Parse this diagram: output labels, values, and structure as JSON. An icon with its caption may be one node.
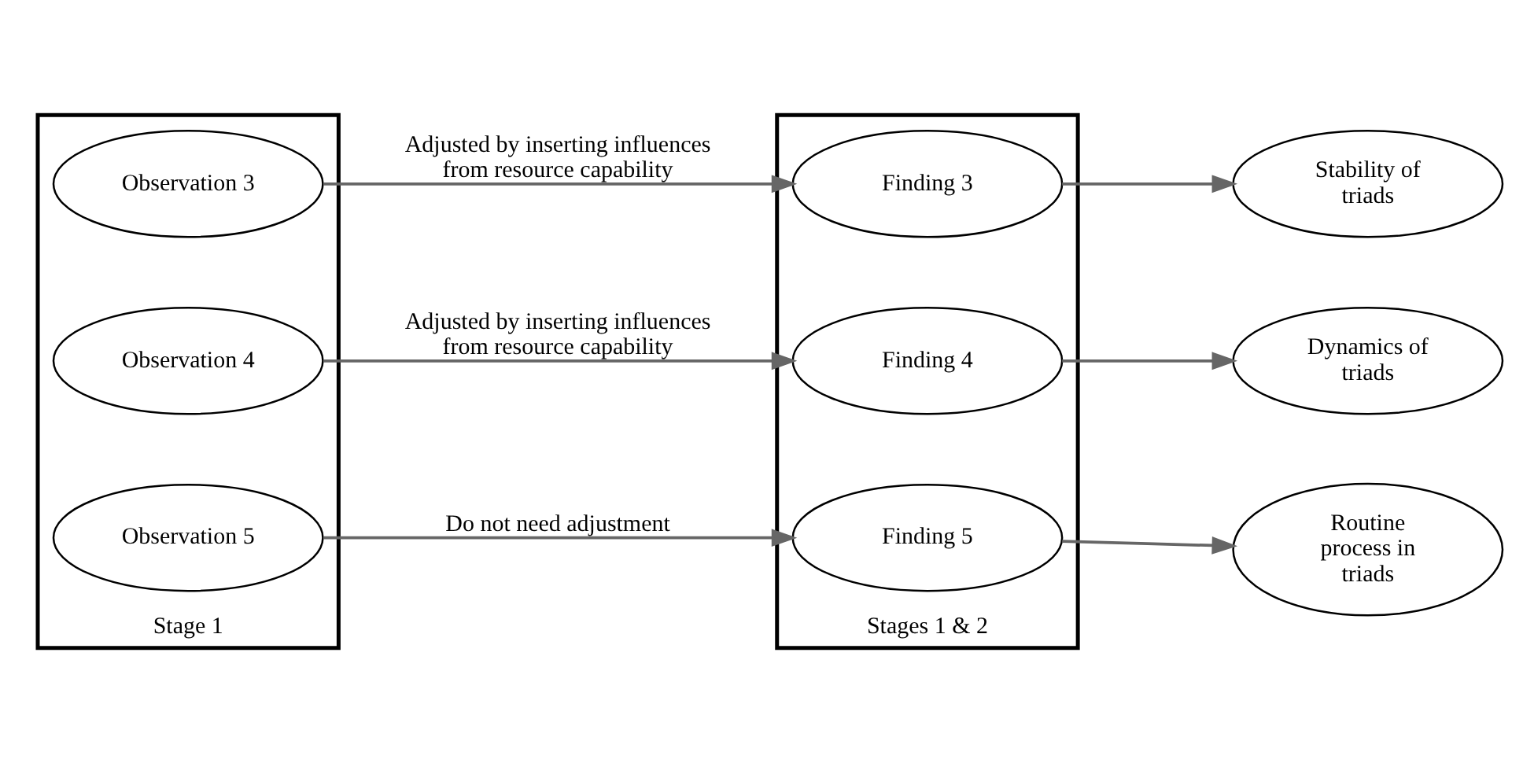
{
  "diagram": {
    "nodes": [
      {
        "text": [
          "Stage 1"
        ]
      },
      {
        "text": [
          "Observation 3"
        ],
        "in": 0
      },
      {
        "text": [
          "Observation 4"
        ],
        "in": 0
      },
      {
        "text": [
          "Observation 5"
        ],
        "in": 0
      },
      {
        "text": [
          "Stages 1 & 2"
        ]
      },
      {
        "text": [
          "Finding 3"
        ],
        "in": 4
      },
      {
        "text": [
          "Finding 4"
        ],
        "in": 4
      },
      {
        "text": [
          "Finding 5"
        ],
        "in": 4
      },
      {
        "text": [
          "Stability of triads"
        ]
      },
      {
        "text": [
          "Dynamics of triads"
        ]
      },
      {
        "text": [
          "Routine process in triads"
        ]
      }
    ],
    "edges": [
      {
        "from": 1,
        "to": 5,
        "arrow": "to",
        "label": "Adjusted by inserting influences from resource capability"
      },
      {
        "from": 2,
        "to": 6,
        "arrow": "to",
        "label": "Adjusted by inserting influences from resource capability"
      },
      {
        "from": 3,
        "to": 7,
        "arrow": "to",
        "label": "Do not need adjustment"
      },
      {
        "from": 5,
        "to": 8,
        "arrow": "to"
      },
      {
        "from": 6,
        "to": 9,
        "arrow": "to"
      },
      {
        "from": 7,
        "to": 10,
        "arrow": "to"
      }
    ]
  }
}
